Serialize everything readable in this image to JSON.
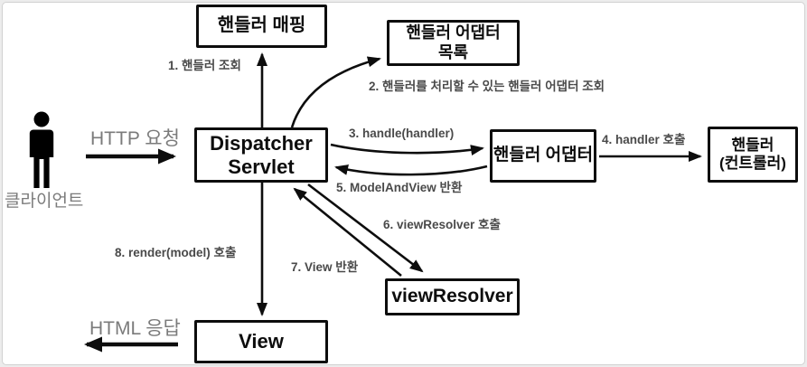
{
  "diagram": {
    "boxes": {
      "handler_mapping": {
        "line1": "핸들러 매핑"
      },
      "handler_adapter_list": {
        "line1": "핸들러 어댑터",
        "line2": "목록"
      },
      "dispatcher_servlet": {
        "line1": "Dispatcher",
        "line2": "Servlet"
      },
      "handler_adapter": {
        "line1": "핸들러 어댑터"
      },
      "handler_controller": {
        "line1": "핸들러",
        "line2": "(컨트롤러)"
      },
      "view_resolver": {
        "line1": "viewResolver"
      },
      "view": {
        "line1": "View"
      }
    },
    "steps": {
      "step1": "1. 핸들러 조회",
      "step2": "2. 핸들러를 처리할 수 있는 핸들러 어댑터 조회",
      "step3": "3. handle(handler)",
      "step4": "4. handler 호출",
      "step5": "5. ModelAndView 반환",
      "step6": "6. viewResolver 호출",
      "step7": "7. View 반환",
      "step8": "8. render(model) 호출"
    },
    "client": {
      "label": "클라이언트",
      "request_label": "HTTP 요청",
      "response_label": "HTML 응답"
    },
    "icons": {
      "person": "client-person-icon"
    },
    "colors": {
      "box_border": "#0d0d0d",
      "box_fill": "#ffffff",
      "arrow": "#0d0d0d",
      "step_label": "#4a4a4a",
      "client_label": "#7b7b7b",
      "frame_border": "#d2d2d2",
      "outer_background": "#ececec"
    }
  }
}
